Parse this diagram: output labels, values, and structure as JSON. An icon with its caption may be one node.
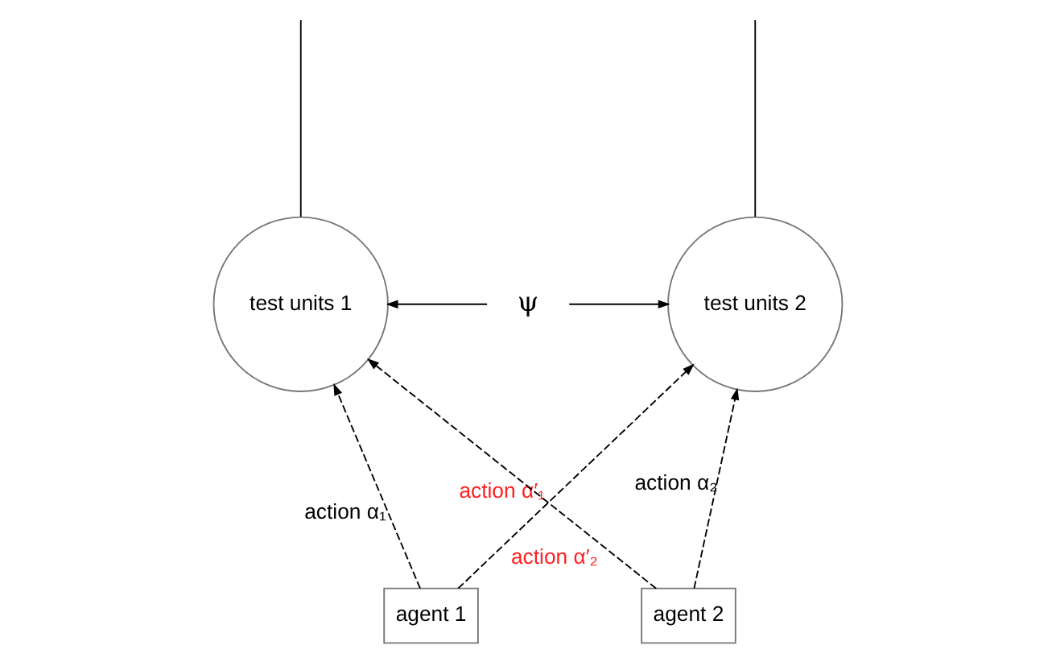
{
  "diagram": {
    "nodes": [
      {
        "text": [
          "test units 1"
        ]
      },
      {
        "text": [
          "ψ"
        ]
      },
      {
        "text": [
          "test units 2"
        ]
      },
      {
        "text": [
          "agent 1"
        ]
      },
      {
        "text": [
          "agent 2"
        ]
      }
    ],
    "edges": [
      {
        "from": null,
        "to": 0,
        "arrow": "none"
      },
      {
        "from": null,
        "to": 2,
        "arrow": "none"
      },
      {
        "from": 1,
        "to": 0,
        "arrow": "to"
      },
      {
        "from": 1,
        "to": 2,
        "arrow": "to"
      },
      {
        "from": 3,
        "to": 0,
        "arrow": "to",
        "label": "action α₁",
        "style": "dashed"
      },
      {
        "from": 3,
        "to": 2,
        "arrow": "to",
        "label": "action α′₁",
        "style": "dashed"
      },
      {
        "from": 4,
        "to": 0,
        "arrow": "to",
        "label": "action α′₂",
        "style": "dashed"
      },
      {
        "from": 4,
        "to": 2,
        "arrow": "to",
        "label": "action α₂",
        "style": "dashed"
      }
    ]
  }
}
